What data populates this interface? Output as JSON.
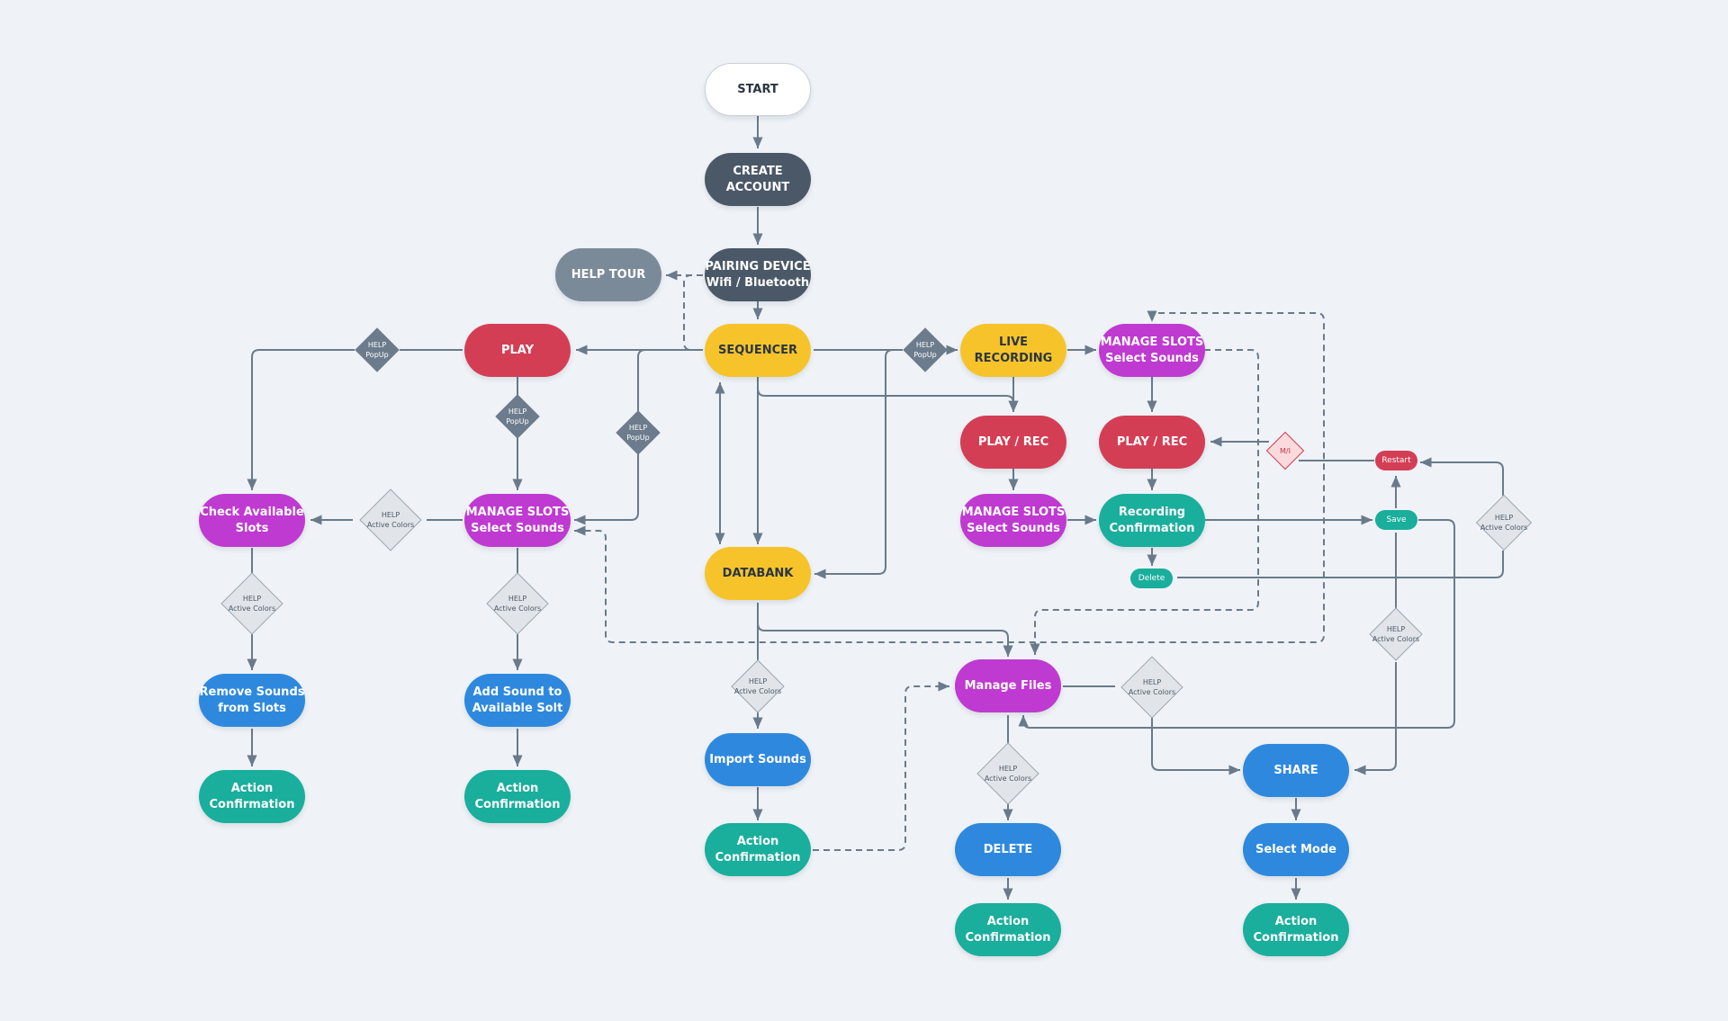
{
  "colors": {
    "background": "#eff3f7",
    "edge": "#6a7a8b",
    "dark": "#4a5867",
    "slate": "#7b8a99",
    "yellow": "#f6c42a",
    "red": "#d43e54",
    "magenta": "#bf3ad0",
    "teal": "#1aae9c",
    "blue": "#2e89de",
    "diamond_dark": "#6d7c8c",
    "diamond_light": "#e1e5e9",
    "diamond_pink": "#fbdadd"
  },
  "nodes": {
    "start": {
      "l1": "START",
      "l2": ""
    },
    "create_account": {
      "l1": "CREATE ACCOUNT",
      "l2": ""
    },
    "pairing_device": {
      "l1": "PAIRING DEVICE",
      "l2": "Wifi / Bluetooth"
    },
    "help_tour": {
      "l1": "HELP TOUR",
      "l2": ""
    },
    "sequencer": {
      "l1": "SEQUENCER",
      "l2": ""
    },
    "play": {
      "l1": "PLAY",
      "l2": ""
    },
    "live_recording": {
      "l1": "LIVE RECORDING",
      "l2": ""
    },
    "manage_slots_right": {
      "l1": "MANAGE SLOTS",
      "l2": "Select Sounds"
    },
    "play_rec_1": {
      "l1": "PLAY / REC",
      "l2": ""
    },
    "play_rec_2": {
      "l1": "PLAY / REC",
      "l2": ""
    },
    "manage_slots_mid": {
      "l1": "MANAGE SLOTS",
      "l2": "Select Sounds"
    },
    "recording_confirmation": {
      "l1": "Recording",
      "l2": "Confirmation"
    },
    "check_available_slots": {
      "l1": "Check Available",
      "l2": "Slots"
    },
    "manage_slots_left": {
      "l1": "MANAGE SLOTS",
      "l2": "Select Sounds"
    },
    "databank": {
      "l1": "DATABANK",
      "l2": ""
    },
    "remove_sounds": {
      "l1": "Remove Sounds",
      "l2": "from Slots"
    },
    "add_sound": {
      "l1": "Add Sound to",
      "l2": "Available Solt"
    },
    "action_conf_1": {
      "l1": "Action",
      "l2": "Confirmation"
    },
    "action_conf_2": {
      "l1": "Action",
      "l2": "Confirmation"
    },
    "import_sounds": {
      "l1": "Import Sounds",
      "l2": ""
    },
    "action_conf_3": {
      "l1": "Action",
      "l2": "Confirmation"
    },
    "manage_files": {
      "l1": "Manage Files",
      "l2": ""
    },
    "delete_node": {
      "l1": "DELETE",
      "l2": ""
    },
    "action_conf_4": {
      "l1": "Action",
      "l2": "Confirmation"
    },
    "share": {
      "l1": "SHARE",
      "l2": ""
    },
    "select_mode": {
      "l1": "Select Mode",
      "l2": ""
    },
    "action_conf_5": {
      "l1": "Action",
      "l2": "Confirmation"
    },
    "restart": {
      "l1": "Restart",
      "l2": ""
    },
    "save": {
      "l1": "Save",
      "l2": ""
    },
    "delete_small": {
      "l1": "Delete",
      "l2": ""
    }
  },
  "diamonds": {
    "d_play_left": {
      "l1": "HELP",
      "l2": "PopUp"
    },
    "d_seq_live": {
      "l1": "HELP",
      "l2": "PopUp"
    },
    "d_play_down": {
      "l1": "HELP",
      "l2": "PopUp"
    },
    "d_seq_back": {
      "l1": "HELP",
      "l2": "PopUp"
    },
    "d_left_mid": {
      "l1": "HELP",
      "l2": "Active Colors"
    },
    "d_check_down": {
      "l1": "HELP",
      "l2": "Active Colors"
    },
    "d_manage_down": {
      "l1": "HELP",
      "l2": "Active Colors"
    },
    "d_databank_down": {
      "l1": "HELP",
      "l2": "Active Colors"
    },
    "d_files_right": {
      "l1": "HELP",
      "l2": "Active Colors"
    },
    "d_files_down": {
      "l1": "HELP",
      "l2": "Active Colors"
    },
    "d_save_down": {
      "l1": "HELP",
      "l2": "Active Colors"
    },
    "d_far_right": {
      "l1": "HELP",
      "l2": "Active Colors"
    },
    "d_mi": {
      "l1": "M/I",
      "l2": ""
    }
  }
}
